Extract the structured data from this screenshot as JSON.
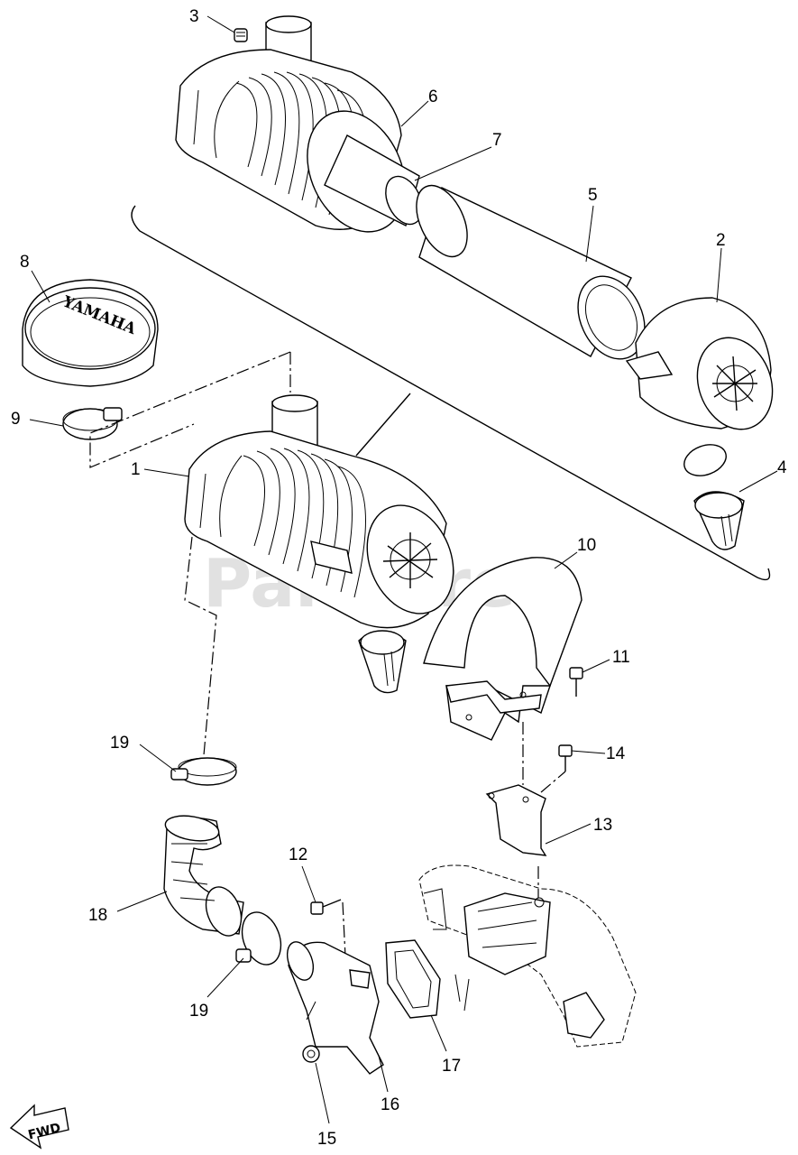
{
  "diagram": {
    "watermark": "PartsTree",
    "direction_label": "FWD",
    "cover_logo": "YAMAHA",
    "callouts": [
      {
        "id": "1",
        "text": "1"
      },
      {
        "id": "2",
        "text": "2"
      },
      {
        "id": "3",
        "text": "3"
      },
      {
        "id": "4",
        "text": "4"
      },
      {
        "id": "5",
        "text": "5"
      },
      {
        "id": "6",
        "text": "6"
      },
      {
        "id": "7",
        "text": "7"
      },
      {
        "id": "8",
        "text": "8"
      },
      {
        "id": "9",
        "text": "9"
      },
      {
        "id": "10",
        "text": "10"
      },
      {
        "id": "11",
        "text": "11"
      },
      {
        "id": "12",
        "text": "12"
      },
      {
        "id": "13",
        "text": "13"
      },
      {
        "id": "14",
        "text": "14"
      },
      {
        "id": "15",
        "text": "15"
      },
      {
        "id": "16",
        "text": "16"
      },
      {
        "id": "17",
        "text": "17"
      },
      {
        "id": "18",
        "text": "18"
      },
      {
        "id": "19a",
        "text": "19"
      },
      {
        "id": "19b",
        "text": "19"
      }
    ]
  }
}
